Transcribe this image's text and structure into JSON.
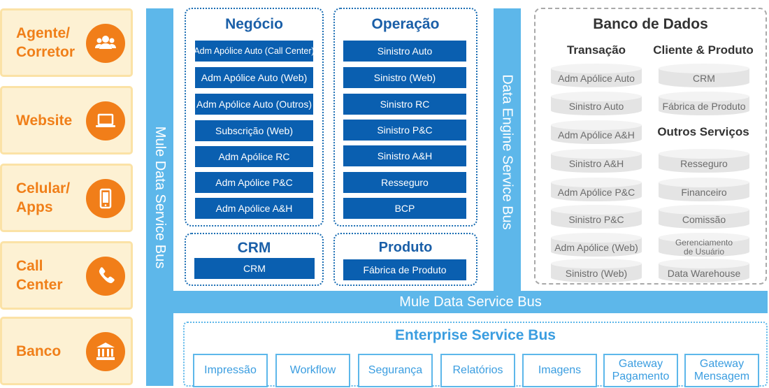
{
  "channels": [
    {
      "label": "Agente/\nCorretor",
      "icon": "people-icon"
    },
    {
      "label": "Website",
      "icon": "laptop-icon"
    },
    {
      "label": "Celular/\nApps",
      "icon": "smartphone-icon"
    },
    {
      "label": "Call\nCenter",
      "icon": "phone-icon"
    },
    {
      "label": "Banco",
      "icon": "bank-icon"
    }
  ],
  "buses": {
    "mule_vertical": "Mule Data Service Bus",
    "data_engine": "Data Engine Service Bus",
    "mule_horizontal": "Mule Data Service Bus"
  },
  "negocio": {
    "title": "Negócio",
    "items": [
      "Adm Apólice Auto (Call Center)",
      "Adm Apólice Auto (Web)",
      "Adm Apólice Auto (Outros)",
      "Subscrição (Web)",
      "Adm Apólice RC",
      "Adm Apólice P&C",
      "Adm Apólice A&H"
    ]
  },
  "operacao": {
    "title": "Operação",
    "items": [
      "Sinistro Auto",
      "Sinistro (Web)",
      "Sinistro RC",
      "Sinistro P&C",
      "Sinistro A&H",
      "Resseguro",
      "BCP"
    ]
  },
  "crm": {
    "title": "CRM",
    "items": [
      "CRM"
    ]
  },
  "produto": {
    "title": "Produto",
    "items": [
      "Fábrica de Produto"
    ]
  },
  "database": {
    "title": "Banco de Dados",
    "transacao": {
      "title": "Transação",
      "items": [
        "Adm Apólice Auto",
        "Sinistro Auto",
        "Adm Apólice A&H",
        "Sinistro A&H",
        "Adm Apólice P&C",
        "Sinistro P&C",
        "Adm Apólice (Web)",
        "Sinistro (Web)"
      ]
    },
    "cliente_produto": {
      "title": "Cliente & Produto",
      "items": [
        "CRM",
        "Fábrica de Produto"
      ]
    },
    "outros_servicos": {
      "title": "Outros Serviços",
      "items": [
        "Resseguro",
        "Financeiro",
        "Comissão",
        "Gerenciamento\nde Usuário",
        "Data Warehouse"
      ]
    }
  },
  "esb": {
    "title": "Enterprise Service Bus",
    "items": [
      "Impressão",
      "Workflow",
      "Segurança",
      "Relatórios",
      "Imagens",
      "Gateway\nPagamento",
      "Gateway\nMensagem"
    ]
  },
  "colors": {
    "orange": "#f17e19",
    "dark_blue": "#0a5fb0",
    "light_blue": "#5db7ea"
  }
}
